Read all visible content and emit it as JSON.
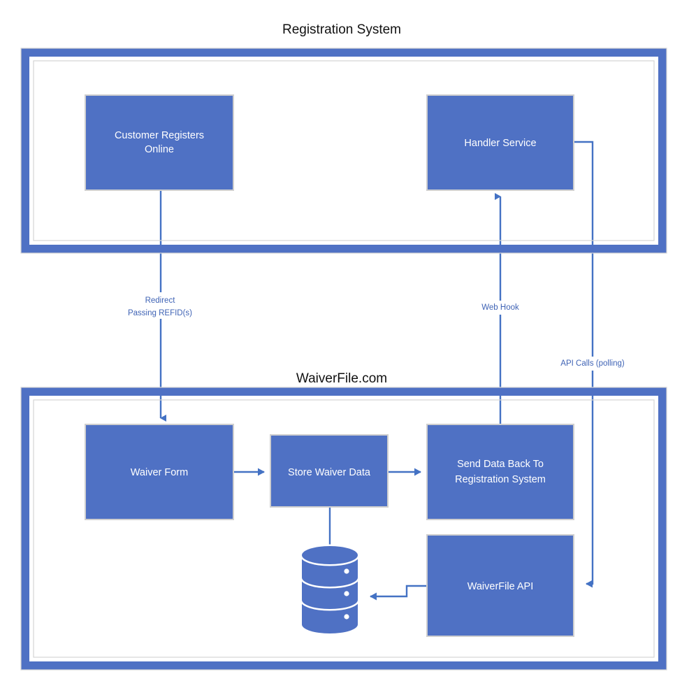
{
  "diagram": {
    "title_top": "Registration System",
    "title_bottom": "WaiverFile.com",
    "colors": {
      "box_fill": "#4f71c4",
      "box_stroke": "#cfcfcf",
      "container_border": "#4f71c4",
      "line": "#4472c4",
      "label_text": "#3f63b5",
      "node_text": "#ffffff",
      "title_text": "#111111",
      "background": "#ffffff"
    },
    "containers": [
      {
        "id": "registration-system",
        "label": "Registration System"
      },
      {
        "id": "waiverfile-com",
        "label": "WaiverFile.com"
      }
    ],
    "nodes": [
      {
        "id": "customer-registers-online",
        "label_line1": "Customer Registers",
        "label_line2": "Online",
        "container": "registration-system"
      },
      {
        "id": "handler-service",
        "label_line1": "Handler Service",
        "label_line2": "",
        "container": "registration-system"
      },
      {
        "id": "waiver-form",
        "label_line1": "Waiver Form",
        "label_line2": "",
        "container": "waiverfile-com"
      },
      {
        "id": "store-waiver-data",
        "label_line1": "Store Waiver Data",
        "label_line2": "",
        "container": "waiverfile-com"
      },
      {
        "id": "send-data-back",
        "label_line1": "Send Data Back To",
        "label_line2": "Registration System",
        "container": "waiverfile-com"
      },
      {
        "id": "waiverfile-api",
        "label_line1": "WaiverFile API",
        "label_line2": "",
        "container": "waiverfile-com"
      },
      {
        "id": "database",
        "label_line1": "",
        "label_line2": "",
        "container": "waiverfile-com",
        "icon": "database-icon"
      }
    ],
    "edges": [
      {
        "id": "redirect",
        "from": "customer-registers-online",
        "to": "waiver-form",
        "label_line1": "Redirect",
        "label_line2": "Passing REFID(s)"
      },
      {
        "id": "web-hook",
        "from": "send-data-back",
        "to": "handler-service",
        "label_line1": "Web Hook",
        "label_line2": ""
      },
      {
        "id": "api-calls-polling",
        "from": "handler-service",
        "to": "waiverfile-api",
        "label_line1": "API Calls (polling)",
        "label_line2": ""
      },
      {
        "id": "waiver-form-to-store",
        "from": "waiver-form",
        "to": "store-waiver-data",
        "label_line1": "",
        "label_line2": ""
      },
      {
        "id": "store-to-send-data",
        "from": "store-waiver-data",
        "to": "send-data-back",
        "label_line1": "",
        "label_line2": ""
      },
      {
        "id": "store-to-database",
        "from": "store-waiver-data",
        "to": "database",
        "label_line1": "",
        "label_line2": ""
      },
      {
        "id": "api-to-database",
        "from": "waiverfile-api",
        "to": "database",
        "label_line1": "",
        "label_line2": ""
      }
    ]
  }
}
